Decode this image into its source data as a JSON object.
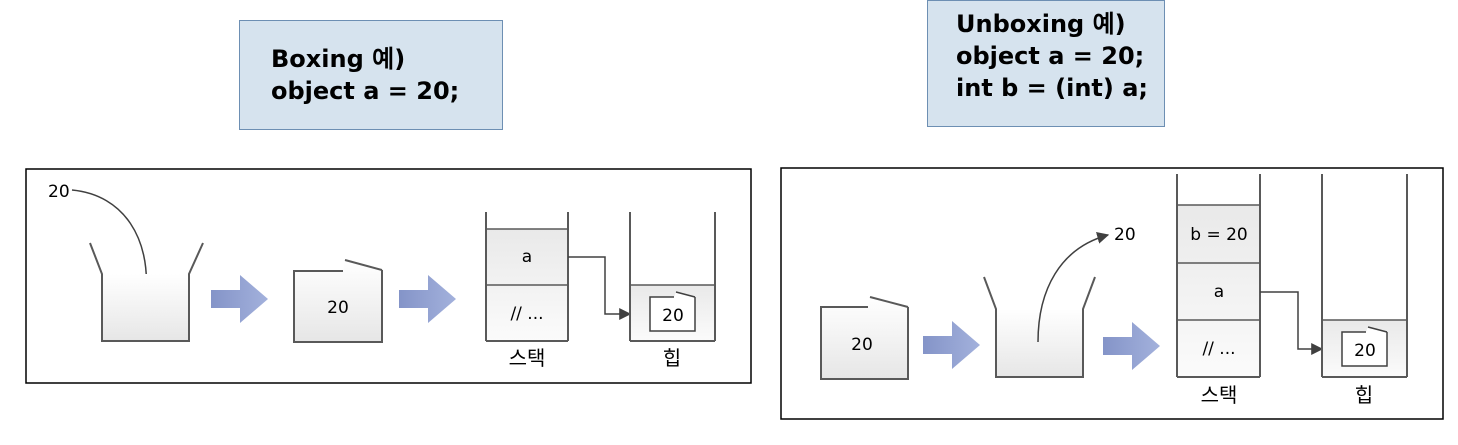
{
  "boxing": {
    "title": "Boxing 예)",
    "code": [
      "object a = 20;"
    ],
    "value_label": "20",
    "object_value": "20",
    "stack": {
      "label": "스택",
      "cells": [
        "a",
        "// ..."
      ]
    },
    "heap": {
      "label": "힙",
      "object_value": "20"
    }
  },
  "unboxing": {
    "title": "Unboxing 예)",
    "code": [
      "object a = 20;",
      "int b = (int) a;"
    ],
    "object_value": "20",
    "extracted_value": "20",
    "stack": {
      "label": "스택",
      "cells": [
        "b = 20",
        "a",
        "// ..."
      ]
    },
    "heap": {
      "label": "힙",
      "object_value": "20"
    }
  },
  "colors": {
    "code_box_fill": "#d6e3ee",
    "code_box_border": "#6d8fb3",
    "arrow_fill": "#8fa0d2",
    "cell_fill": "#ebebeb"
  }
}
